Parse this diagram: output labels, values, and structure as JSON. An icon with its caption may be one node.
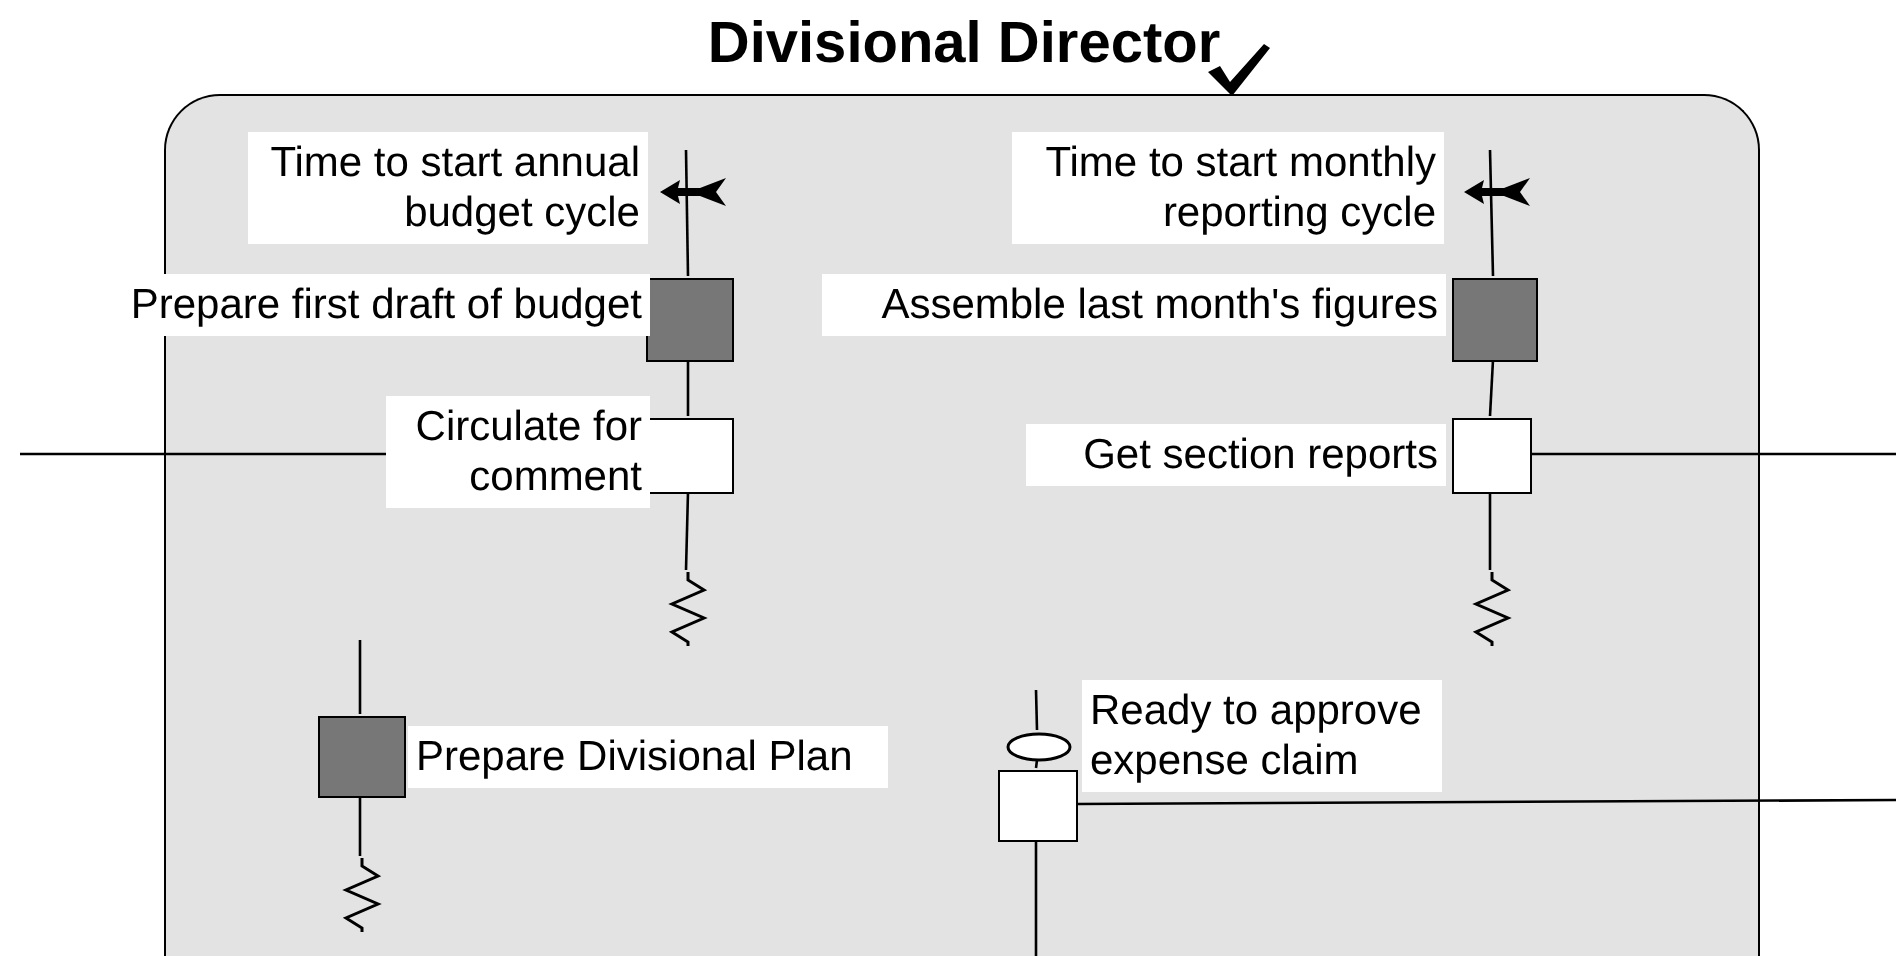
{
  "diagram": {
    "nodes": [
      {
        "text": [
          "Divisional Director"
        ]
      },
      {
        "text": [],
        "shape": "box",
        "in": 0,
        "beside": [
          "Prepare first draft of budget"
        ]
      },
      {
        "text": [],
        "shape": "box",
        "in": 0,
        "beside": [
          "Assemble last month's figures"
        ]
      },
      {
        "text": [],
        "shape": "box",
        "in": 0,
        "beside": [
          "Circulate for comment"
        ]
      },
      {
        "text": [],
        "shape": "box",
        "in": 0,
        "beside": [
          "Get section reports"
        ]
      },
      {
        "text": [],
        "shape": "zigzag",
        "in": 0
      },
      {
        "text": [],
        "shape": "zigzag",
        "in": 0
      },
      {
        "text": [],
        "shape": "ellipse",
        "in": 0,
        "beside": [
          "Ready to approve expense claim"
        ]
      },
      {
        "text": [],
        "shape": "box",
        "in": 0,
        "beside": [
          "Prepare Divisional Plan"
        ]
      },
      {
        "text": [],
        "shape": "box",
        "in": 0
      },
      {
        "text": [],
        "shape": "zigzag",
        "in": 0
      }
    ],
    "edges": [
      {
        "from": null,
        "to": 1,
        "arrow": "none"
      },
      {
        "from": 1,
        "to": 3,
        "arrow": "none"
      },
      {
        "from": 3,
        "to": 5,
        "arrow": "none"
      },
      {
        "from": null,
        "to": 2,
        "arrow": "none"
      },
      {
        "from": 2,
        "to": 4,
        "arrow": "none"
      },
      {
        "from": 4,
        "to": 6,
        "arrow": "none"
      },
      {
        "from": null,
        "to": 3,
        "arrow": "none"
      },
      {
        "from": 4,
        "to": null,
        "arrow": "none"
      },
      {
        "from": null,
        "to": 7,
        "arrow": "none"
      },
      {
        "from": 7,
        "to": 9,
        "arrow": "none"
      },
      {
        "from": 9,
        "to": null,
        "arrow": "none"
      },
      {
        "from": 9,
        "to": null,
        "arrow": "none"
      },
      {
        "from": null,
        "to": 8,
        "arrow": "none"
      },
      {
        "from": 8,
        "to": 10,
        "arrow": "none"
      }
    ],
    "labels": [
      "Time to start annual budget cycle",
      "Time to start monthly reporting cycle"
    ]
  }
}
